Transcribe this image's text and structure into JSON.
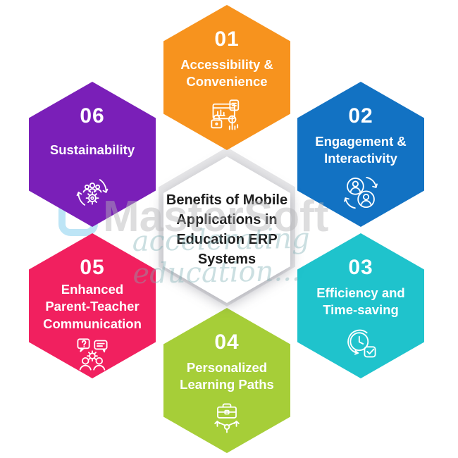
{
  "center": {
    "title": "Benefits of Mobile\nApplications in\nEducation ERP\nSystems",
    "text_color": "#1d1d1d",
    "bg_color": "#ffffff"
  },
  "items": [
    {
      "number": "01",
      "title": "Accessibility &\nConvenience",
      "color": "#F7931E",
      "icon": "device-lock-tap-icon"
    },
    {
      "number": "02",
      "title": "Engagement &\nInteractivity",
      "color": "#1272C3",
      "icon": "users-exchange-icon"
    },
    {
      "number": "03",
      "title": "Efficiency and\nTime-saving",
      "color": "#1FC3CC",
      "icon": "clock-check-icon"
    },
    {
      "number": "04",
      "title": "Personalized\nLearning Paths",
      "color": "#A6CE38",
      "icon": "briefcase-paths-icon"
    },
    {
      "number": "05",
      "title": "Enhanced\nParent-Teacher\nCommunication",
      "color": "#F1205F",
      "icon": "parent-teacher-chat-icon"
    },
    {
      "number": "06",
      "title": "Sustainability",
      "color": "#7A1FB8",
      "icon": "community-gear-cycle-icon"
    }
  ],
  "background": {
    "page_color": "#ffffff",
    "inner_hex_color": "#e7e7e9"
  },
  "watermark": {
    "brand": "MasterSoft",
    "tagline": "accelerating education...",
    "brand_color": "#b4b4b6",
    "tagline_color": "#7dafb4"
  }
}
